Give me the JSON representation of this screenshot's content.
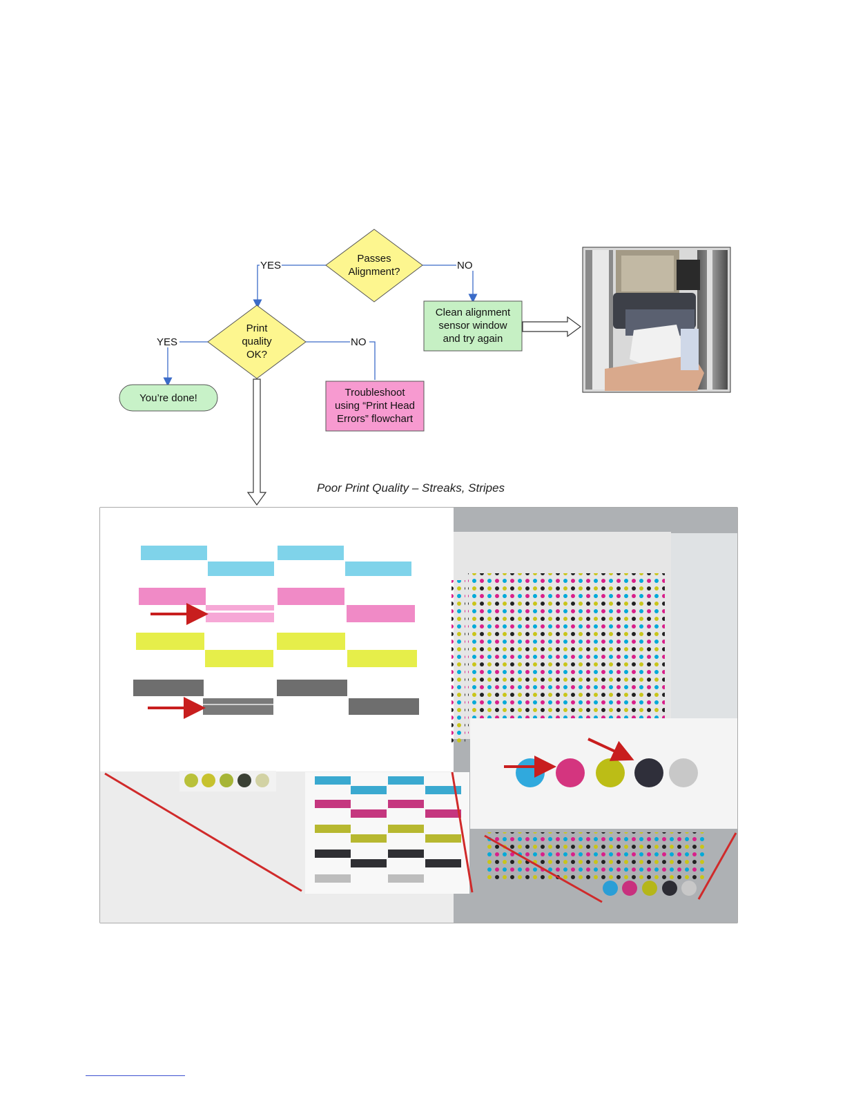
{
  "flowchart": {
    "passes_alignment": {
      "line1": "Passes",
      "line2": "Alignment?"
    },
    "print_quality": {
      "line1": "Print",
      "line2": "quality",
      "line3": "OK?"
    },
    "clean_sensor": {
      "line1": "Clean alignment",
      "line2": "sensor window",
      "line3": "and try again"
    },
    "troubleshoot": {
      "line1": "Troubleshoot",
      "line2": "using “Print Head",
      "line3": "Errors” flowchart"
    },
    "done": "You’re done!",
    "labels": {
      "yes_top": "YES",
      "no_top": "NO",
      "yes_left": "YES",
      "no_right": "NO"
    }
  },
  "colors": {
    "decision": "#fdf68f",
    "process_green": "#c6f0c4",
    "terminal_green": "#c8f2c8",
    "process_pink": "#f79ad0",
    "connector": "#3b6bc8",
    "cyan": "#7fd3ea",
    "magenta": "#f08ac6",
    "yellow": "#e6ee4a",
    "black": "#6e6e6e",
    "arrow_red": "#c81e1e"
  },
  "photo": {
    "caption": "Poor Print Quality – Streaks, Stripes"
  }
}
